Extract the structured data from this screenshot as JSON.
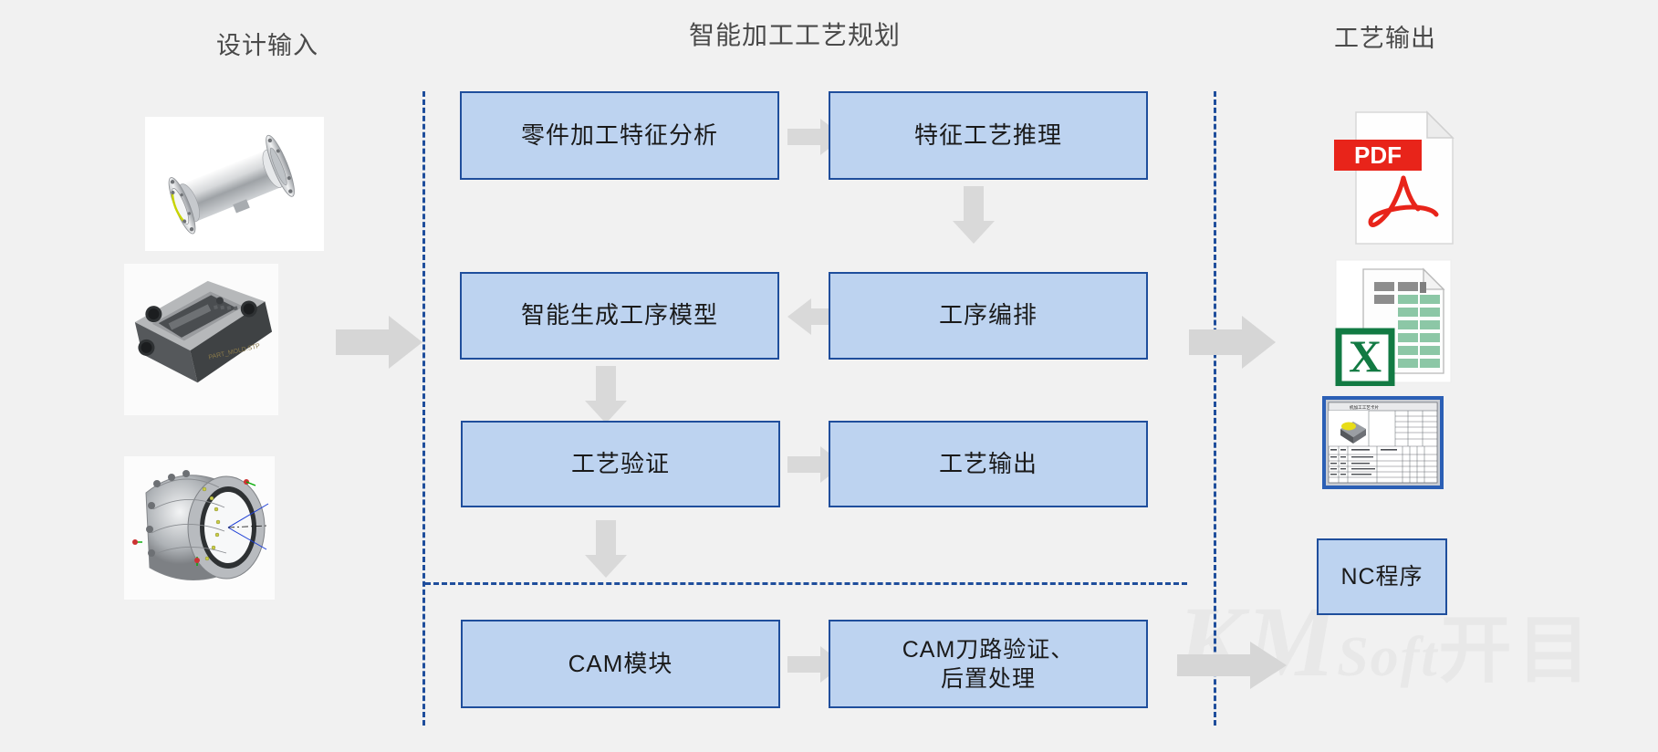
{
  "page": {
    "background": "#f1f1f1",
    "box_fill": "#bdd3f0",
    "box_border": "#1f4e9c",
    "arrow_color": "#d6d6d6",
    "divider_color": "#1f4e9c"
  },
  "watermark": {
    "brand": "KM",
    "suffix": "Soft",
    "cn": "开目"
  },
  "columns": {
    "design_input_title": "设计输入",
    "planning_title": "智能加工工艺规划",
    "output_title": "工艺输出"
  },
  "design_inputs": [
    {
      "name": "shaft-housing-cad-model",
      "caption": ""
    },
    {
      "name": "mold-base-plate-cad-model",
      "caption": ""
    },
    {
      "name": "engine-casing-cad-model",
      "caption": ""
    }
  ],
  "flow": {
    "rows": [
      {
        "left": {
          "label": "零件加工特征分析",
          "lines": [
            "零件加工特征分析"
          ]
        },
        "right": {
          "label": "特征工艺推理",
          "lines": [
            "特征工艺推理"
          ]
        },
        "arrow": "right"
      },
      {
        "left": {
          "label": "智能生成工序模型",
          "lines": [
            "智能生成工序模型"
          ]
        },
        "right": {
          "label": "工序编排",
          "lines": [
            "工序编排"
          ]
        },
        "arrow": "left"
      },
      {
        "left": {
          "label": "工艺验证",
          "lines": [
            "工艺验证"
          ]
        },
        "right": {
          "label": "工艺输出",
          "lines": [
            "工艺输出"
          ]
        },
        "arrow": "right"
      },
      {
        "left": {
          "label": "CAM模块",
          "lines": [
            "CAM模块"
          ]
        },
        "right": {
          "label": "CAM刀路验证、后置处理",
          "lines": [
            "CAM刀路验证、",
            "后置处理"
          ]
        },
        "arrow": "right"
      }
    ]
  },
  "outputs": [
    {
      "name": "pdf-file-icon",
      "label": "PDF"
    },
    {
      "name": "excel-file-icon",
      "label": "X"
    },
    {
      "name": "process-sheet-thumbnail",
      "label": ""
    },
    {
      "name": "nc-program-box",
      "label": "NC程序"
    }
  ]
}
